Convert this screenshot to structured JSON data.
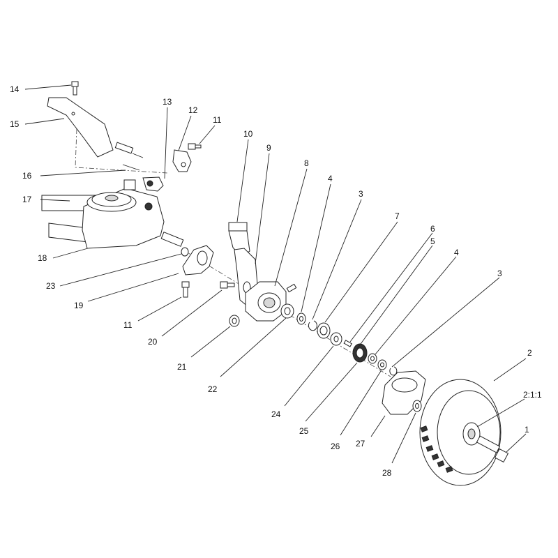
{
  "diagram": {
    "callouts": [
      {
        "id": "c14",
        "label": "14"
      },
      {
        "id": "c15",
        "label": "15"
      },
      {
        "id": "c13",
        "label": "13"
      },
      {
        "id": "c12",
        "label": "12"
      },
      {
        "id": "c11a",
        "label": "11"
      },
      {
        "id": "c10",
        "label": "10"
      },
      {
        "id": "c9",
        "label": "9"
      },
      {
        "id": "c8",
        "label": "8"
      },
      {
        "id": "c4a",
        "label": "4"
      },
      {
        "id": "c3a",
        "label": "3"
      },
      {
        "id": "c7",
        "label": "7"
      },
      {
        "id": "c6",
        "label": "6"
      },
      {
        "id": "c5",
        "label": "5"
      },
      {
        "id": "c4b",
        "label": "4"
      },
      {
        "id": "c3b",
        "label": "3"
      },
      {
        "id": "c16",
        "label": "16"
      },
      {
        "id": "c17",
        "label": "17"
      },
      {
        "id": "c18",
        "label": "18"
      },
      {
        "id": "c23",
        "label": "23"
      },
      {
        "id": "c19",
        "label": "19"
      },
      {
        "id": "c11b",
        "label": "11"
      },
      {
        "id": "c20",
        "label": "20"
      },
      {
        "id": "c21",
        "label": "21"
      },
      {
        "id": "c22",
        "label": "22"
      },
      {
        "id": "c24",
        "label": "24"
      },
      {
        "id": "c25",
        "label": "25"
      },
      {
        "id": "c26",
        "label": "26"
      },
      {
        "id": "c27",
        "label": "27"
      },
      {
        "id": "c28",
        "label": "28"
      },
      {
        "id": "c2",
        "label": "2"
      },
      {
        "id": "c211",
        "label": "2:1:1"
      },
      {
        "id": "c1",
        "label": "1"
      }
    ]
  }
}
